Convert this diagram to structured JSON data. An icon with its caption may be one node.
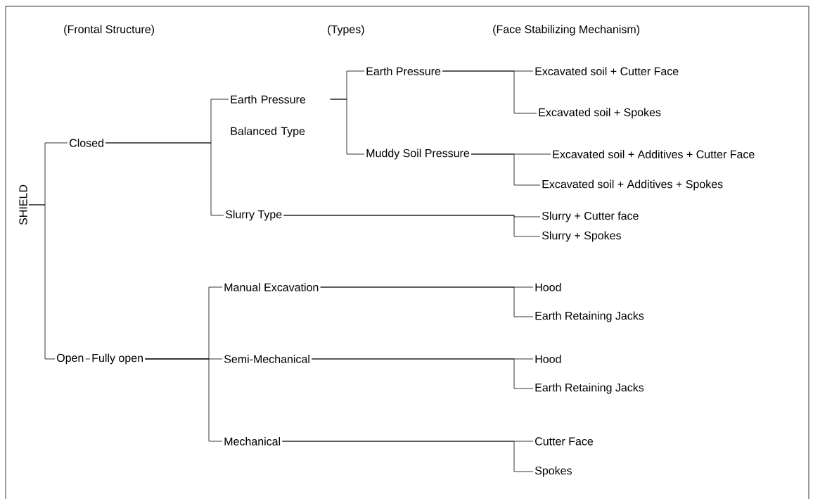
{
  "diagram": {
    "nodes": [
      {
        "text": [
          "SHIELD"
        ]
      },
      {
        "text": [
          "Closed"
        ]
      },
      {
        "text": [
          "Open"
        ]
      },
      {
        "text": [
          "Fully open"
        ]
      },
      {
        "text": [
          "Earth Pressure Balanced Type"
        ]
      },
      {
        "text": [
          "Slurry Type"
        ]
      },
      {
        "text": [
          "Manual Excavation"
        ]
      },
      {
        "text": [
          "Semi-Mechanical"
        ]
      },
      {
        "text": [
          "Mechanical"
        ]
      },
      {
        "text": [
          "Earth Pressure"
        ]
      },
      {
        "text": [
          "Muddy Soil Pressure"
        ]
      },
      {
        "text": [
          "Excavated soil + Cutter Face"
        ]
      },
      {
        "text": [
          "Excavated soil + Spokes"
        ]
      },
      {
        "text": [
          "Excavated soil + Additives + Cutter Face"
        ]
      },
      {
        "text": [
          "Excavated soil + Additives + Spokes"
        ]
      },
      {
        "text": [
          "Slurry + Cutter face"
        ]
      },
      {
        "text": [
          "Slurry + Spokes"
        ]
      },
      {
        "text": [
          "Hood"
        ]
      },
      {
        "text": [
          "Earth Retaining Jacks"
        ]
      },
      {
        "text": [
          "Hood"
        ]
      },
      {
        "text": [
          "Earth Retaining Jacks"
        ]
      },
      {
        "text": [
          "Cutter Face"
        ]
      },
      {
        "text": [
          "Spokes"
        ]
      }
    ],
    "edges": [
      {
        "from": 0,
        "to": 1,
        "arrow": "none"
      },
      {
        "from": 0,
        "to": 2,
        "arrow": "none"
      },
      {
        "from": 1,
        "to": 4,
        "arrow": "none"
      },
      {
        "from": 1,
        "to": 5,
        "arrow": "none"
      },
      {
        "from": 2,
        "to": 3,
        "arrow": "none"
      },
      {
        "from": 3,
        "to": 6,
        "arrow": "none"
      },
      {
        "from": 3,
        "to": 7,
        "arrow": "none"
      },
      {
        "from": 3,
        "to": 8,
        "arrow": "none"
      },
      {
        "from": 4,
        "to": 9,
        "arrow": "none"
      },
      {
        "from": 4,
        "to": 10,
        "arrow": "none"
      },
      {
        "from": 9,
        "to": 11,
        "arrow": "none"
      },
      {
        "from": 9,
        "to": 12,
        "arrow": "none"
      },
      {
        "from": 10,
        "to": 13,
        "arrow": "none"
      },
      {
        "from": 10,
        "to": 14,
        "arrow": "none"
      },
      {
        "from": 5,
        "to": 15,
        "arrow": "none"
      },
      {
        "from": 5,
        "to": 16,
        "arrow": "none"
      },
      {
        "from": 6,
        "to": 17,
        "arrow": "none"
      },
      {
        "from": 6,
        "to": 18,
        "arrow": "none"
      },
      {
        "from": 7,
        "to": 19,
        "arrow": "none"
      },
      {
        "from": 7,
        "to": 20,
        "arrow": "none"
      },
      {
        "from": 8,
        "to": 21,
        "arrow": "none"
      },
      {
        "from": 8,
        "to": 22,
        "arrow": "none"
      }
    ],
    "labels": [
      "(Frontal Structure)",
      "(Types)",
      "(Face Stabilizing Mechanism)"
    ]
  }
}
